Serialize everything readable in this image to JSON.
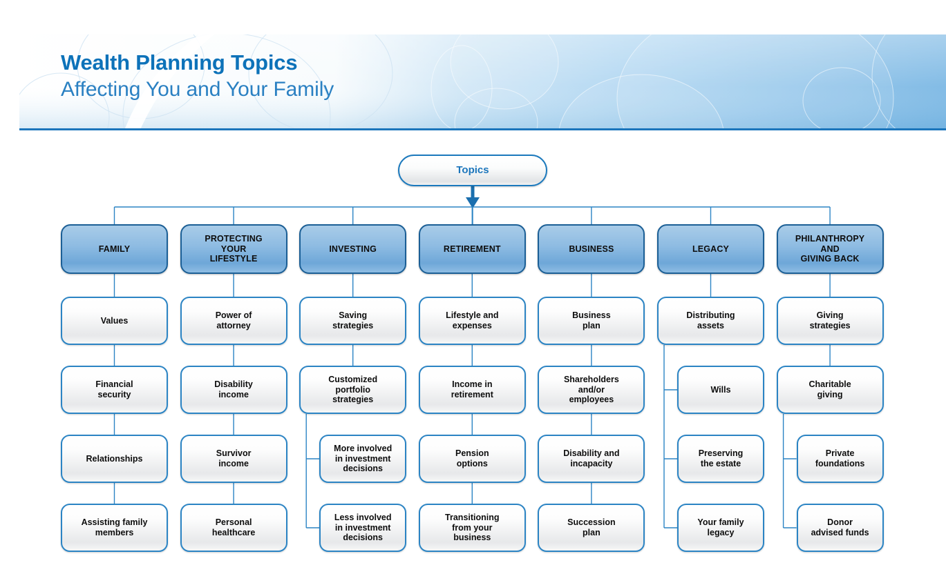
{
  "header": {
    "title": "Wealth Planning Topics",
    "subtitle": "Affecting You and Your Family",
    "title_color": "#0d72b9",
    "subtitle_color": "#2a80c2",
    "rule_color": "#1b75bb",
    "gradient_from": "#fdfefe",
    "gradient_to": "#7fbbe6"
  },
  "colors": {
    "connector": "#2b84c4",
    "category_border": "#1b5f96",
    "category_fill": "#8dbbe2",
    "leaf_border": "#2b84c4",
    "leaf_fill": "#ffffff",
    "root_text": "#1b75bb"
  },
  "chart_data": {
    "type": "diagram",
    "title": "Wealth Planning Topics",
    "root": "Topics",
    "columns": [
      {
        "id": "family",
        "label": "FAMILY",
        "items": [
          {
            "label": "Values",
            "level": 0
          },
          {
            "label": "Financial\nsecurity",
            "level": 0
          },
          {
            "label": "Relationships",
            "level": 0
          },
          {
            "label": "Assisting family\nmembers",
            "level": 0
          }
        ]
      },
      {
        "id": "protecting-your-lifestyle",
        "label": "PROTECTING\nYOUR\nLIFESTYLE",
        "items": [
          {
            "label": "Power of\nattorney",
            "level": 0
          },
          {
            "label": "Disability\nincome",
            "level": 0
          },
          {
            "label": "Survivor\nincome",
            "level": 0
          },
          {
            "label": "Personal\nhealthcare",
            "level": 0
          }
        ]
      },
      {
        "id": "investing",
        "label": "INVESTING",
        "items": [
          {
            "label": "Saving\nstrategies",
            "level": 0
          },
          {
            "label": "Customized\nportfolio\nstrategies",
            "level": 0
          },
          {
            "label": "More involved\nin investment\ndecisions",
            "level": 1
          },
          {
            "label": "Less involved\nin investment\ndecisions",
            "level": 1
          }
        ]
      },
      {
        "id": "retirement",
        "label": "RETIREMENT",
        "items": [
          {
            "label": "Lifestyle and\nexpenses",
            "level": 0
          },
          {
            "label": "Income in\nretirement",
            "level": 0
          },
          {
            "label": "Pension\noptions",
            "level": 0
          },
          {
            "label": "Transitioning\nfrom your\nbusiness",
            "level": 0
          }
        ]
      },
      {
        "id": "business",
        "label": "BUSINESS",
        "items": [
          {
            "label": "Business\nplan",
            "level": 0
          },
          {
            "label": "Shareholders\nand/or\nemployees",
            "level": 0
          },
          {
            "label": "Disability and\nincapacity",
            "level": 0
          },
          {
            "label": "Succession\nplan",
            "level": 0
          }
        ]
      },
      {
        "id": "legacy",
        "label": "LEGACY",
        "items": [
          {
            "label": "Distributing\nassets",
            "level": 0
          },
          {
            "label": "Wills",
            "level": 1
          },
          {
            "label": "Preserving\nthe estate",
            "level": 1
          },
          {
            "label": "Your family\nlegacy",
            "level": 1
          }
        ]
      },
      {
        "id": "philanthropy-and-giving-back",
        "label": "PHILANTHROPY\nAND\nGIVING BACK",
        "items": [
          {
            "label": "Giving\nstrategies",
            "level": 0
          },
          {
            "label": "Charitable\ngiving",
            "level": 0
          },
          {
            "label": "Private\nfoundations",
            "level": 1
          },
          {
            "label": "Donor\nadvised funds",
            "level": 1
          }
        ]
      }
    ]
  }
}
